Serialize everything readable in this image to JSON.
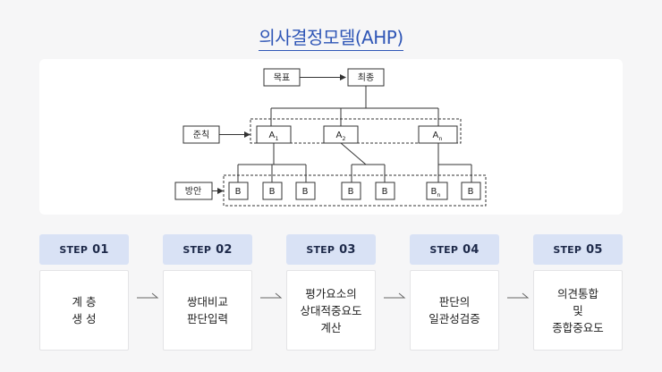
{
  "title": "의사결정모델(AHP)",
  "diagram": {
    "goal_label": "목표",
    "final_label": "최종",
    "criteria_label": "준칙",
    "alternatives_label": "방안",
    "criteria": [
      {
        "base": "A",
        "sub": "1"
      },
      {
        "base": "A",
        "sub": "2"
      },
      {
        "base": "A",
        "sub": "n"
      }
    ],
    "alternatives": [
      {
        "base": "B",
        "sub": ""
      },
      {
        "base": "B",
        "sub": ""
      },
      {
        "base": "B",
        "sub": ""
      },
      {
        "base": "B",
        "sub": ""
      },
      {
        "base": "B",
        "sub": ""
      },
      {
        "base": "B",
        "sub": "n"
      },
      {
        "base": "B",
        "sub": ""
      }
    ]
  },
  "steps": [
    {
      "label": "STEP",
      "num": "01",
      "text": "계 층\n생 성"
    },
    {
      "label": "STEP",
      "num": "02",
      "text": "쌍대비교\n판단입력"
    },
    {
      "label": "STEP",
      "num": "03",
      "text": "평가요소의\n상대적중요도\n계산"
    },
    {
      "label": "STEP",
      "num": "04",
      "text": "판단의\n일관성검증"
    },
    {
      "label": "STEP",
      "num": "05",
      "text": "의견통합\n및\n종합중요도"
    }
  ],
  "colors": {
    "accent": "#2f56b6",
    "step_head_bg": "#d9e2f5"
  }
}
